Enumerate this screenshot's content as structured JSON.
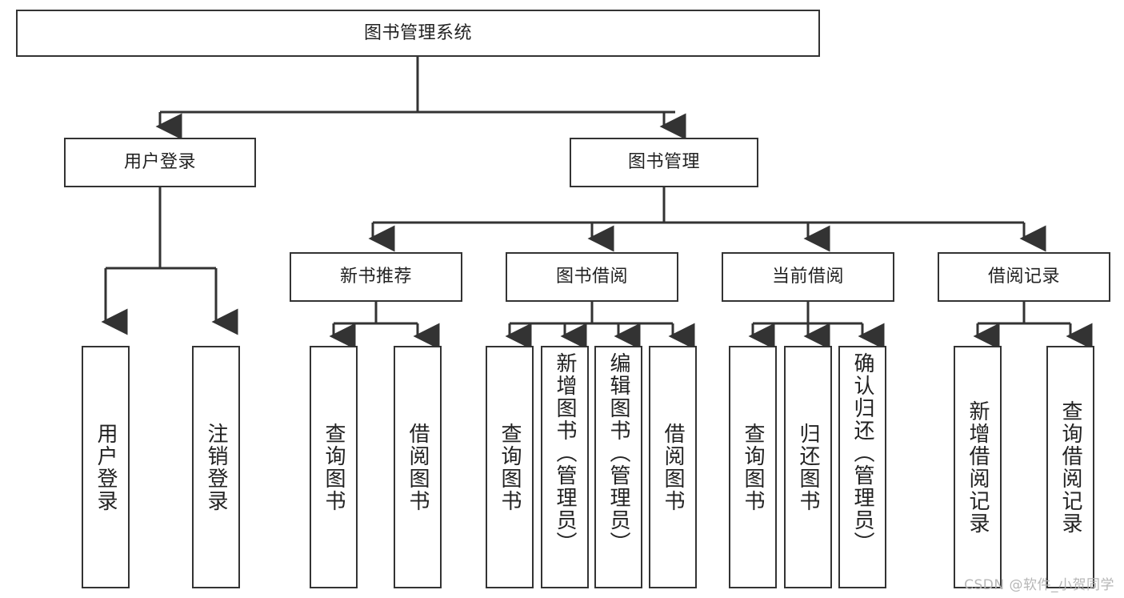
{
  "diagram": {
    "title": "图书管理系统",
    "watermark": "CSDN @软件_小贺同学",
    "colors": {
      "border": "#333333",
      "text": "#222222",
      "background": "#ffffff",
      "watermark": "#b6b6b6"
    },
    "root": {
      "label": "图书管理系统"
    },
    "level2": [
      {
        "label": "用户登录"
      },
      {
        "label": "图书管理"
      }
    ],
    "level3": [
      {
        "label": "新书推荐"
      },
      {
        "label": "图书借阅"
      },
      {
        "label": "当前借阅"
      },
      {
        "label": "借阅记录"
      }
    ],
    "leaves": {
      "user_login": [
        {
          "label": "用户登录"
        },
        {
          "label": "注销登录"
        }
      ],
      "new_book_recommend": [
        {
          "label": "查询图书"
        },
        {
          "label": "借阅图书"
        }
      ],
      "book_borrow": [
        {
          "label": "查询图书"
        },
        {
          "label": "新增图书（管理员）"
        },
        {
          "label": "编辑图书（管理员）"
        },
        {
          "label": "借阅图书"
        }
      ],
      "current_borrow": [
        {
          "label": "查询图书"
        },
        {
          "label": "归还图书"
        },
        {
          "label": "确认归还（管理员）"
        }
      ],
      "borrow_records": [
        {
          "label": "新增借阅记录"
        },
        {
          "label": "查询借阅记录"
        }
      ]
    }
  }
}
